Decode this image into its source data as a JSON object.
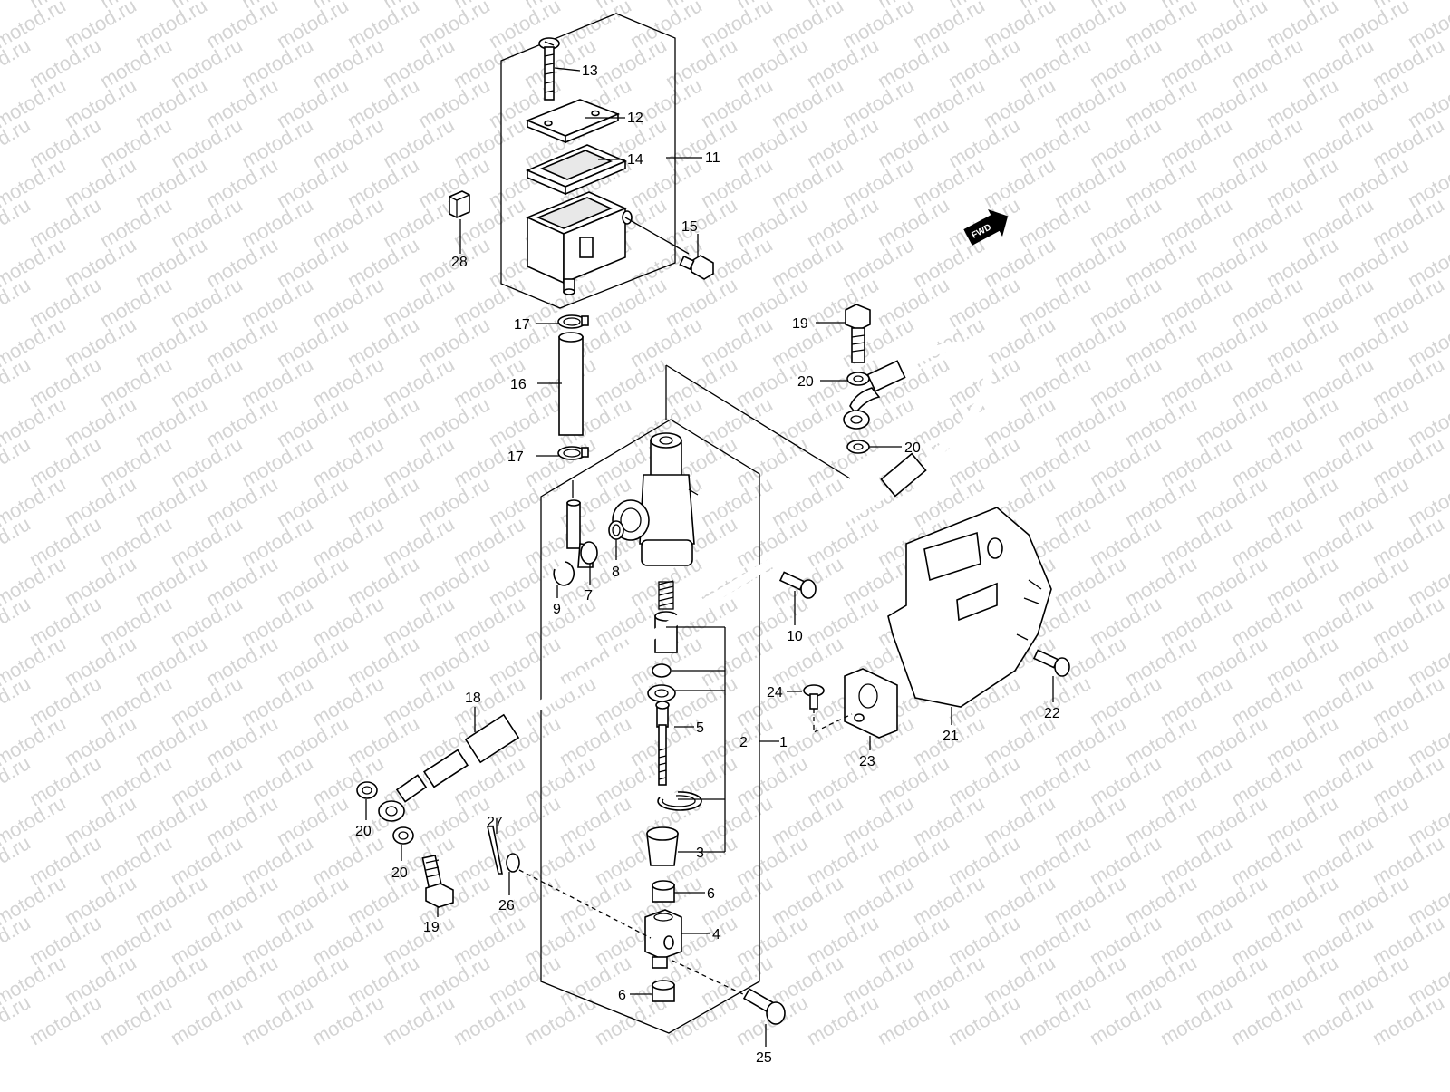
{
  "watermark": {
    "text": "motod.ru",
    "color": "#d4d4d4"
  },
  "direction_marker": {
    "label": "FWD",
    "icon": "forward-arrow-icon"
  },
  "callouts": [
    {
      "id": "c1",
      "label": "1"
    },
    {
      "id": "c2",
      "label": "2"
    },
    {
      "id": "c3",
      "label": "3"
    },
    {
      "id": "c4",
      "label": "4"
    },
    {
      "id": "c5",
      "label": "5"
    },
    {
      "id": "c6a",
      "label": "6"
    },
    {
      "id": "c6b",
      "label": "6"
    },
    {
      "id": "c7",
      "label": "7"
    },
    {
      "id": "c8",
      "label": "8"
    },
    {
      "id": "c9",
      "label": "9"
    },
    {
      "id": "c10",
      "label": "10"
    },
    {
      "id": "c11",
      "label": "11"
    },
    {
      "id": "c12",
      "label": "12"
    },
    {
      "id": "c13",
      "label": "13"
    },
    {
      "id": "c14",
      "label": "14"
    },
    {
      "id": "c15",
      "label": "15"
    },
    {
      "id": "c16",
      "label": "16"
    },
    {
      "id": "c17a",
      "label": "17"
    },
    {
      "id": "c17b",
      "label": "17"
    },
    {
      "id": "c18",
      "label": "18"
    },
    {
      "id": "c19a",
      "label": "19"
    },
    {
      "id": "c19b",
      "label": "19"
    },
    {
      "id": "c20a",
      "label": "20"
    },
    {
      "id": "c20b",
      "label": "20"
    },
    {
      "id": "c20c",
      "label": "20"
    },
    {
      "id": "c20d",
      "label": "20"
    },
    {
      "id": "c21",
      "label": "21"
    },
    {
      "id": "c22",
      "label": "22"
    },
    {
      "id": "c23",
      "label": "23"
    },
    {
      "id": "c24",
      "label": "24"
    },
    {
      "id": "c25",
      "label": "25"
    },
    {
      "id": "c26",
      "label": "26"
    },
    {
      "id": "c27",
      "label": "27"
    },
    {
      "id": "c28",
      "label": "28"
    }
  ]
}
